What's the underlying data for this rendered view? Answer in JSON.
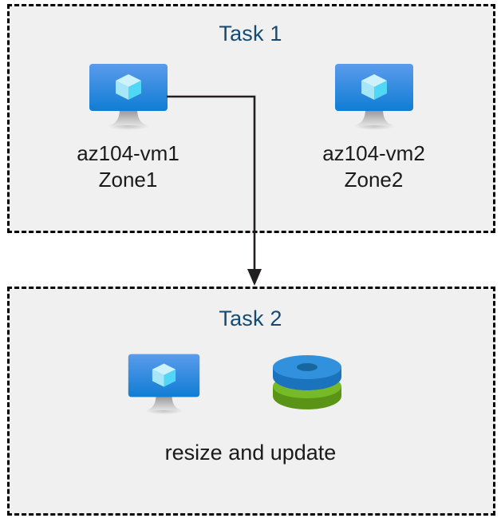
{
  "diagram": {
    "title": "Azure VM tasks diagram",
    "background_color": "#ffffff",
    "box_fill_color": "#f0f0f0",
    "box_border_color": "#000000",
    "title_color": "#134A74",
    "label_color": "#1a1a1a",
    "connector_color": "#231f20"
  },
  "task1": {
    "title": "Task 1",
    "nodes": [
      {
        "icon": "virtual-machine-icon",
        "label_line1": "az104-vm1",
        "label_line2": "Zone1"
      },
      {
        "icon": "virtual-machine-icon",
        "label_line1": "az104-vm2",
        "label_line2": "Zone2"
      }
    ]
  },
  "task2": {
    "title": "Task 2",
    "nodes": [
      {
        "icon": "virtual-machine-icon"
      },
      {
        "icon": "disks-icon"
      }
    ],
    "caption": "resize and update"
  },
  "connector": {
    "from": "az104-vm1",
    "to": "Task 2",
    "arrow": "down-arrow"
  },
  "colors": {
    "vm_screen_top": "#5b9bec",
    "vm_screen_bottom": "#0f7dd4",
    "vm_cube_top": "#c8f0fb",
    "vm_cube_left": "#9fe3f7",
    "vm_cube_right": "#4fd7f5",
    "vm_stand": "#a8a8a8",
    "disk_blue": "#2f8ad8",
    "disk_blue_dark": "#15679e",
    "disk_green": "#6fb327",
    "disk_green_dark": "#4e8a15"
  }
}
